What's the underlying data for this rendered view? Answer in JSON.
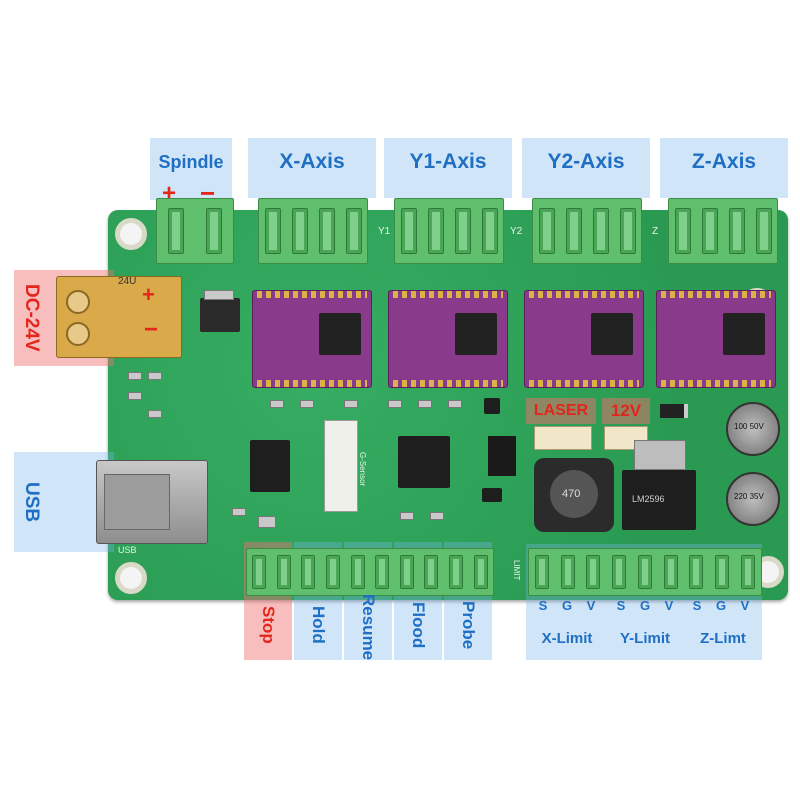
{
  "top_labels": {
    "spindle": "Spindle",
    "x_axis": "X-Axis",
    "y1_axis": "Y1-Axis",
    "y2_axis": "Y2-Axis",
    "z_axis": "Z-Axis"
  },
  "spindle_polarity": {
    "plus": "+",
    "minus": "−"
  },
  "power_label": "DC-24V",
  "power_polarity": {
    "plus": "+",
    "minus": "−"
  },
  "usb_label": "USB",
  "laser_label": "LASER",
  "v12_label": "12V",
  "bottom_labels": {
    "stop": "Stop",
    "hold": "Hold",
    "resume": "Resume",
    "flood": "Flood",
    "probe": "Probe"
  },
  "limit_pins": [
    "S",
    "G",
    "V"
  ],
  "limit_labels": {
    "x_limit": "X-Limit",
    "y_limit": "Y-Limit",
    "z_limit": "Z-Limt"
  },
  "silkscreen": {
    "v24": "24U",
    "y1": "Y1",
    "y2": "Y2",
    "z": "Z",
    "usb": "USB",
    "cap_100": "100 50V",
    "cap_220": "220 35V",
    "inductor": "470",
    "regulator": "LM2596",
    "laser": "LASER",
    "sensor": "G-Sensor",
    "limit": "LIMIT"
  },
  "colors": {
    "board": "#2fa35a",
    "label_blue": "#1f6fc4",
    "label_red": "#e2261c",
    "driver_purple": "#8a3a8a",
    "terminal_green": "#5fbf6c"
  }
}
